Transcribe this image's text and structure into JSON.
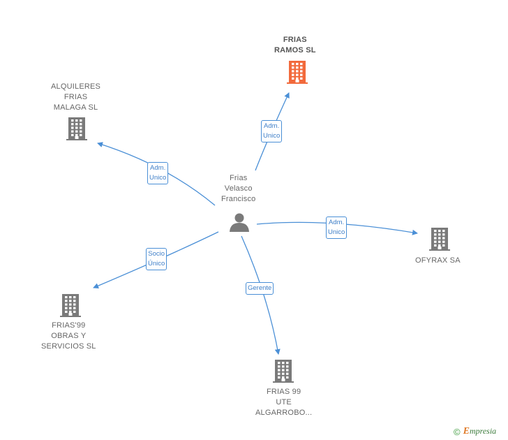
{
  "colors": {
    "edge": "#4a8fd6",
    "node": "#7a7a7a",
    "highlight": "#f26a3c"
  },
  "center": {
    "lines": [
      "Frias",
      "Velasco",
      "Francisco"
    ],
    "icon": "person-icon"
  },
  "companies": [
    {
      "id": "frias-ramos",
      "lines": [
        "FRIAS",
        "RAMOS SL"
      ],
      "highlight": true,
      "icon": "building-icon"
    },
    {
      "id": "alquileres",
      "lines": [
        "ALQUILERES",
        "FRIAS",
        "MALAGA  SL"
      ],
      "highlight": false,
      "icon": "building-icon"
    },
    {
      "id": "ofyrax",
      "lines": [
        "OFYRAX SA"
      ],
      "highlight": false,
      "icon": "building-icon"
    },
    {
      "id": "frias99-obras",
      "lines": [
        "FRIAS'99",
        "OBRAS Y",
        "SERVICIOS SL"
      ],
      "highlight": false,
      "icon": "building-icon"
    },
    {
      "id": "frias99-ute",
      "lines": [
        "FRIAS 99",
        "UTE",
        "ALGARROBO..."
      ],
      "highlight": false,
      "icon": "building-icon"
    }
  ],
  "relations": [
    {
      "target": "frias-ramos",
      "lines": [
        "Adm.",
        "Unico"
      ]
    },
    {
      "target": "alquileres",
      "lines": [
        "Adm.",
        "Unico"
      ]
    },
    {
      "target": "ofyrax",
      "lines": [
        "Adm.",
        "Unico"
      ]
    },
    {
      "target": "frias99-obras",
      "lines": [
        "Socio",
        "Único"
      ]
    },
    {
      "target": "frias99-ute",
      "lines": [
        "Gerente"
      ]
    }
  ],
  "footer": {
    "copyright": "©",
    "brand_initial": "E",
    "brand_rest": "mpresia"
  }
}
